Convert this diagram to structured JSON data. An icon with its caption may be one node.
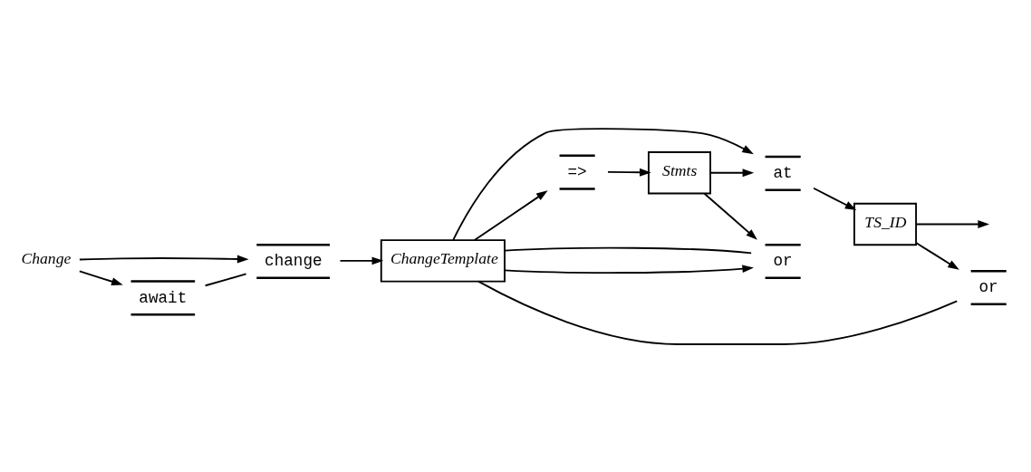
{
  "diagram": {
    "nodes": [
      {
        "text": [
          "Change"
        ]
      },
      {
        "text": [
          "change"
        ]
      },
      {
        "text": [
          "await"
        ]
      },
      {
        "text": [
          "=>"
        ]
      },
      {
        "text": [
          "Stmts"
        ]
      },
      {
        "text": [
          "ChangeTemplate"
        ]
      },
      {
        "text": [
          "at"
        ]
      },
      {
        "text": [
          "TS_ID"
        ]
      },
      {
        "text": [
          "or"
        ]
      },
      {
        "text": [
          "or"
        ]
      }
    ],
    "edges": [
      {
        "from": 0,
        "to": 1,
        "arrow": "to"
      },
      {
        "from": 0,
        "to": 2,
        "arrow": "to"
      },
      {
        "from": 2,
        "to": 1,
        "arrow": "none"
      },
      {
        "from": 1,
        "to": 5,
        "arrow": "to"
      },
      {
        "from": 5,
        "to": 3,
        "arrow": "to"
      },
      {
        "from": 3,
        "to": 4,
        "arrow": "to"
      },
      {
        "from": 4,
        "to": 6,
        "arrow": "to"
      },
      {
        "from": 5,
        "to": 6,
        "arrow": "to"
      },
      {
        "from": 6,
        "to": 7,
        "arrow": "to"
      },
      {
        "from": 7,
        "to": null,
        "arrow": "to"
      },
      {
        "from": 5,
        "to": 8,
        "arrow": "to"
      },
      {
        "from": 4,
        "to": 8,
        "arrow": "to"
      },
      {
        "from": 8,
        "to": 5,
        "arrow": "none"
      },
      {
        "from": 7,
        "to": 9,
        "arrow": "to"
      },
      {
        "from": 9,
        "to": 5,
        "arrow": "none"
      }
    ]
  }
}
